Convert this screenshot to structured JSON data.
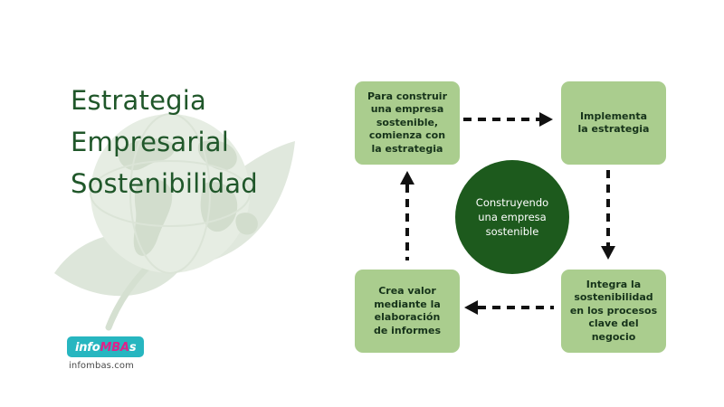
{
  "page": {
    "background_color": "#ffffff",
    "title_color": "#20572a",
    "node_color": "#aacd8e",
    "node_text_color": "#16331a",
    "circle_color": "#1d5a1d",
    "circle_text_color": "#ffffff",
    "arrow_color": "#111111",
    "logo_pill_color": "#27b6c0",
    "logo_accent_color": "#e0218a",
    "watermark_color": "#dfe8dc"
  },
  "heading": {
    "line1": "Estrategia",
    "line2": "Empresarial",
    "line3": "Sostenibilidad"
  },
  "logo": {
    "part_info": "info",
    "part_mba": "MBA",
    "part_s": "s",
    "domain": "infombas.com"
  },
  "diagram": {
    "center": {
      "text": "Construyendo\nuna empresa\nsostenible"
    },
    "nodes": [
      {
        "id": "top-left",
        "text": "Para construir\nuna empresa\nsostenible,\ncomienza con\nla estrategia"
      },
      {
        "id": "top-right",
        "text": "Implementa\nla estrategia"
      },
      {
        "id": "bottom-right",
        "text": "Integra la\nsostenibilidad\nen los procesos\nclave del\nnegocio"
      },
      {
        "id": "bottom-left",
        "text": "Crea valor\nmediante la\nelaboración\nde informes"
      }
    ],
    "arrows": [
      {
        "id": "top",
        "direction": "right",
        "style": "dashed"
      },
      {
        "id": "right",
        "direction": "down",
        "style": "dashed"
      },
      {
        "id": "bottom",
        "direction": "left",
        "style": "dashed"
      },
      {
        "id": "left",
        "direction": "up",
        "style": "dashed"
      }
    ]
  },
  "watermark": {
    "description": "globe-with-leaves"
  }
}
